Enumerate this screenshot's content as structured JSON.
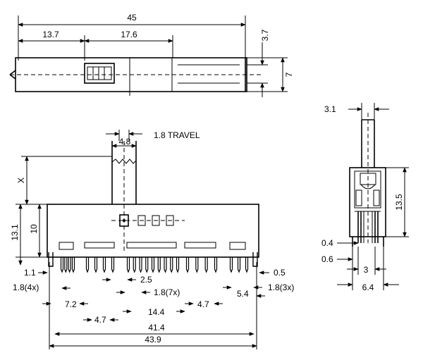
{
  "top_view": {
    "dims": {
      "overall_length": "45",
      "left_offset": "13.7",
      "window_length": "17.6",
      "right_offset": "3.7",
      "height": "7"
    }
  },
  "front_view": {
    "travel_width": "4.8",
    "travel_label": "1.8 TRAVEL",
    "dims": {
      "x": "X",
      "body_height": "13.1",
      "upper_height": "10",
      "left_gap": "1.1",
      "left_pitch": "1.8(4x)",
      "pitch_7_2": "7.2",
      "pitch_4_7_a": "4.7",
      "gap_2_5": "2.5",
      "mid_pitch": "1.8(7x)",
      "span_14_4": "14.4",
      "pitch_4_7_b": "4.7",
      "gap_5_4": "5.4",
      "right_gap": "0.5",
      "right_pitch": "1.8(3x)",
      "pin_span": "41.4",
      "overall_width": "43.9"
    }
  },
  "side_view": {
    "dims": {
      "actuator_width": "3.1",
      "height": "13.5",
      "pin_width": "0.4",
      "pin_offset": "0.6",
      "pin_spacing": "3",
      "row_spacing": "6.4"
    }
  }
}
